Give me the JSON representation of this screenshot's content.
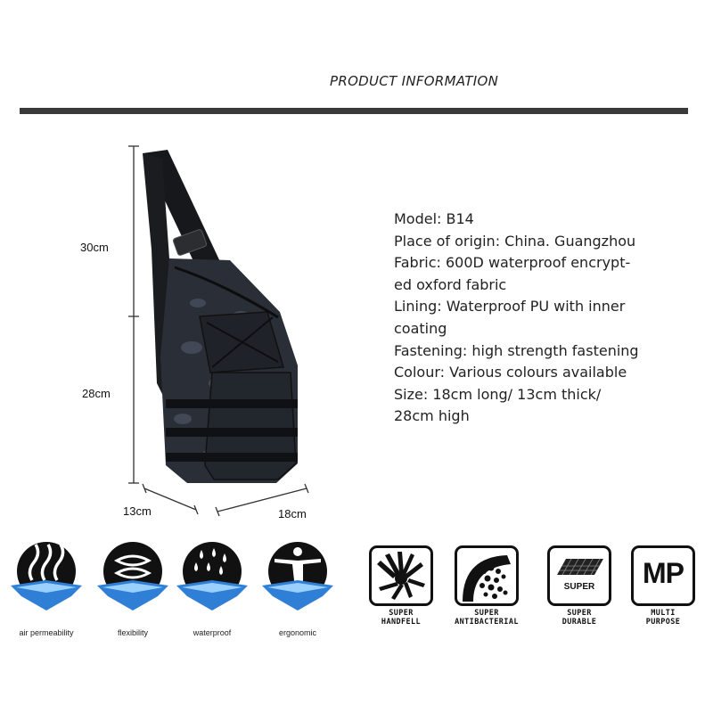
{
  "header": {
    "title": "PRODUCT INFORMATION"
  },
  "dimensions": {
    "strap_height": "30cm",
    "bag_height": "28cm",
    "thickness": "13cm",
    "length": "18cm"
  },
  "specs": [
    "Model: B14",
    "Place of origin: China. Guangzhou",
    "Fabric: 600D waterproof encrypt-",
    "ed oxford fabric",
    "Lining: Waterproof PU with inner",
    "coating",
    "Fastening: high strength fastening",
    "Colour: Various colours available",
    "Size: 18cm long/ 13cm thick/",
    "28cm high"
  ],
  "features": [
    {
      "label": "air permeability",
      "icon": "air-permeability-icon"
    },
    {
      "label": "flexibility",
      "icon": "flexibility-icon"
    },
    {
      "label": "waterproof",
      "icon": "waterproof-icon"
    },
    {
      "label": "ergonomic",
      "icon": "ergonomic-icon"
    }
  ],
  "badges": [
    {
      "line1": "SUPER",
      "line2": "HANDFELL",
      "icon": "hand-icon"
    },
    {
      "line1": "SUPER",
      "line2": "ANTIBACTERIAL",
      "icon": "antibacterial-icon"
    },
    {
      "line1": "SUPER",
      "line2": "DURABLE",
      "icon": "fabric-mesh-icon",
      "inner_text": "SUPER"
    },
    {
      "line1": "MULTI",
      "line2": "PURPOSE",
      "icon": "multi-purpose-icon",
      "inner_text": "MP"
    }
  ],
  "colors": {
    "rule": "#3a3a3a",
    "bag_dark": "#1b1d22",
    "bag_camo": "#3d4350",
    "icon_blue": "#2f7fd6"
  }
}
